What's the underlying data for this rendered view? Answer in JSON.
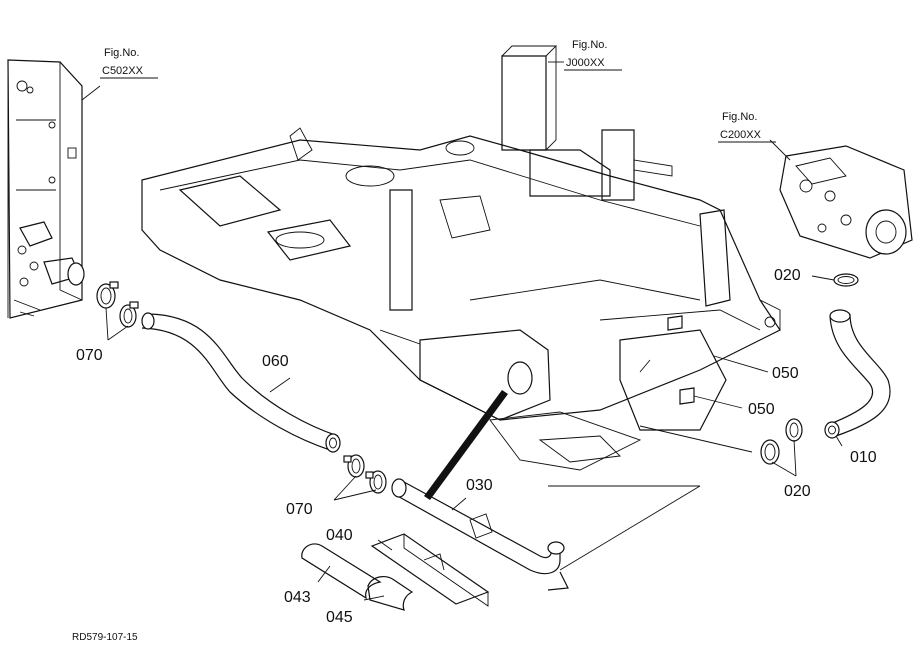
{
  "figure_refs": [
    {
      "label": "Fig.No.",
      "code": "C502XX"
    },
    {
      "label": "Fig.No.",
      "code": "J000XX"
    },
    {
      "label": "Fig.No.",
      "code": "C200XX"
    }
  ],
  "callouts": {
    "p010": "010",
    "p020a": "020",
    "p020b": "020",
    "p030": "030",
    "p040": "040",
    "p043": "043",
    "p045": "045",
    "p050a": "050",
    "p050b": "050",
    "p060": "060",
    "p070a": "070",
    "p070b": "070"
  },
  "drawing_id": "RD579-107-15"
}
